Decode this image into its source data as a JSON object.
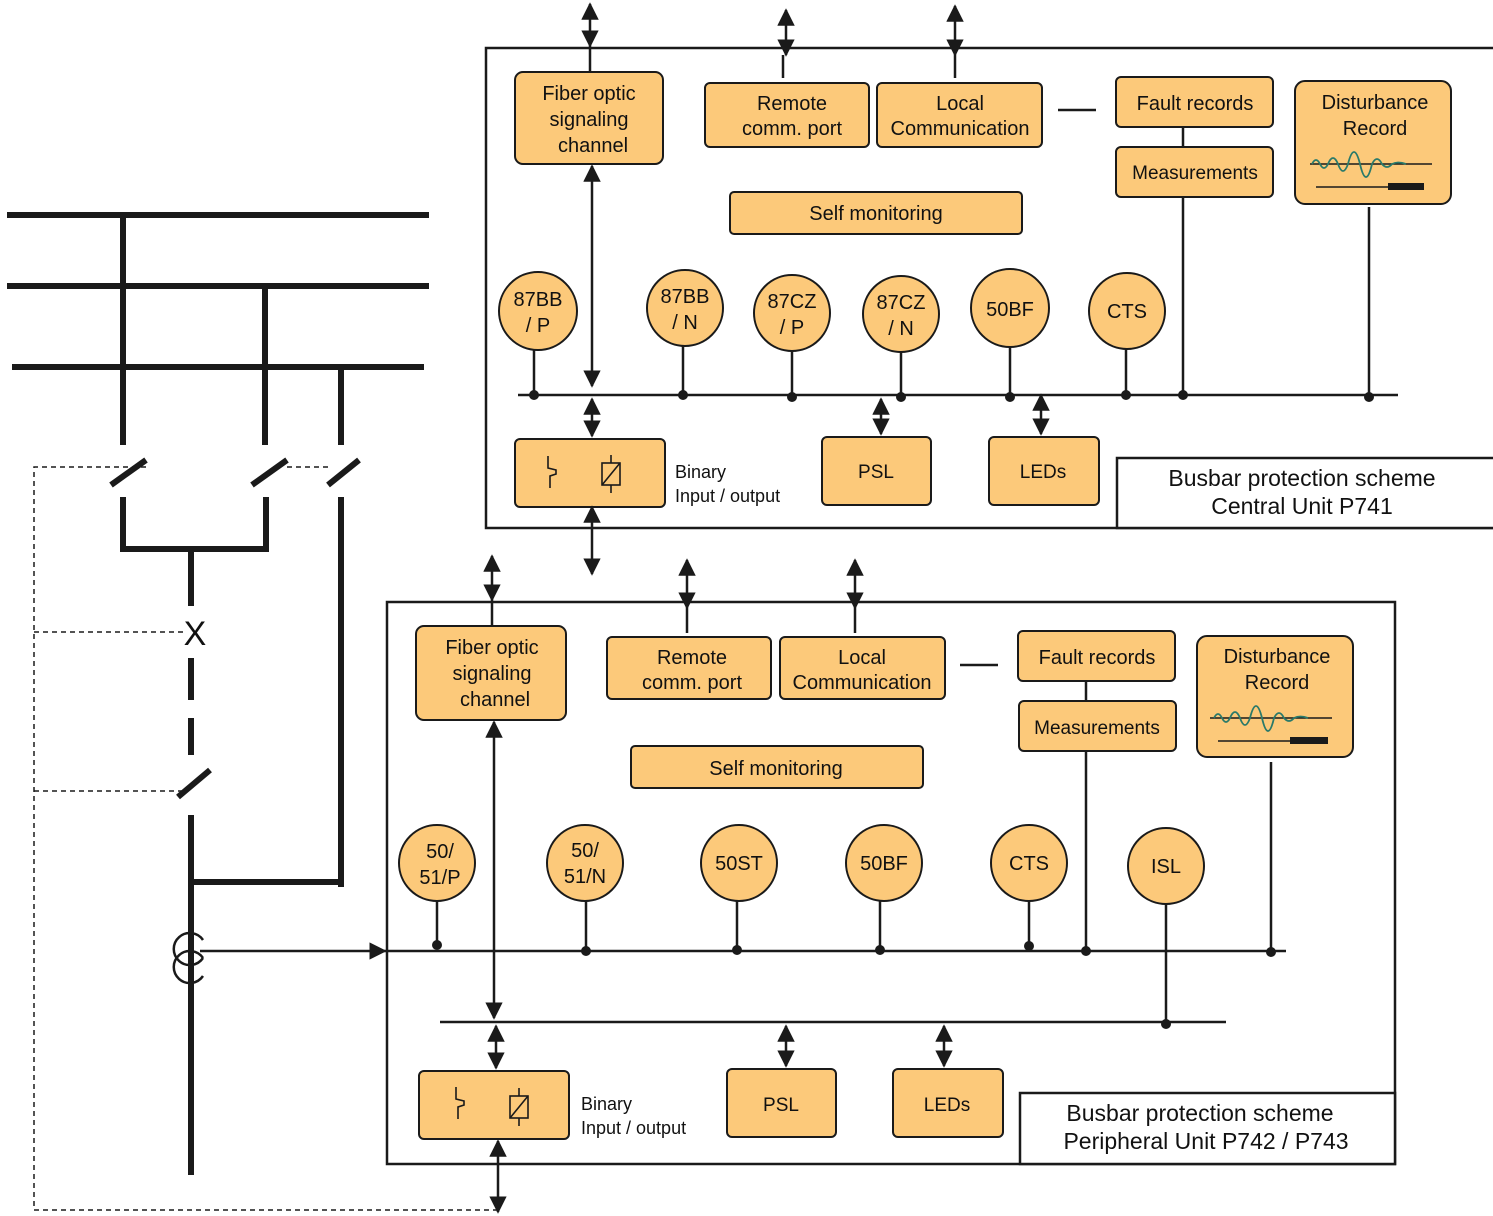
{
  "central": {
    "fiber_optic": [
      "Fiber optic",
      "signaling",
      "channel"
    ],
    "remote_comm": [
      "Remote",
      "comm. port"
    ],
    "local_comm": [
      "Local",
      "Communication"
    ],
    "fault_records": "Fault records",
    "measurements": "Measurements",
    "disturbance": [
      "Disturbance",
      "Record"
    ],
    "self_monitoring": "Self monitoring",
    "functions": [
      [
        "87BB",
        "/ P"
      ],
      [
        "87BB",
        "/ N"
      ],
      [
        "87CZ",
        "/ P"
      ],
      [
        "87CZ",
        "/ N"
      ],
      [
        "50BF"
      ],
      [
        "CTS"
      ]
    ],
    "binary_io": [
      "Binary",
      "Input / output"
    ],
    "psl": "PSL",
    "leds": "LEDs",
    "title": [
      "Busbar protection scheme",
      "Central Unit P741"
    ]
  },
  "peripheral": {
    "fiber_optic": [
      "Fiber optic",
      "signaling",
      "channel"
    ],
    "remote_comm": [
      "Remote",
      "comm. port"
    ],
    "local_comm": [
      "Local",
      "Communication"
    ],
    "fault_records": "Fault records",
    "measurements": "Measurements",
    "disturbance": [
      "Disturbance",
      "Record"
    ],
    "self_monitoring": "Self monitoring",
    "functions": [
      [
        "50/",
        "51/P"
      ],
      [
        "50/",
        "51/N"
      ],
      [
        "50ST"
      ],
      [
        "50BF"
      ],
      [
        "CTS"
      ],
      [
        "ISL"
      ]
    ],
    "binary_io": [
      "Binary",
      "Input / output"
    ],
    "psl": "PSL",
    "leds": "LEDs",
    "title": [
      "Busbar protection scheme",
      "Peripheral Unit P742 / P743"
    ]
  },
  "single_line": {
    "breaker_symbol": "X"
  },
  "colors": {
    "box_fill": "#fcc97a",
    "line": "#1a1a1a",
    "waveform": "#2a7a6a"
  }
}
